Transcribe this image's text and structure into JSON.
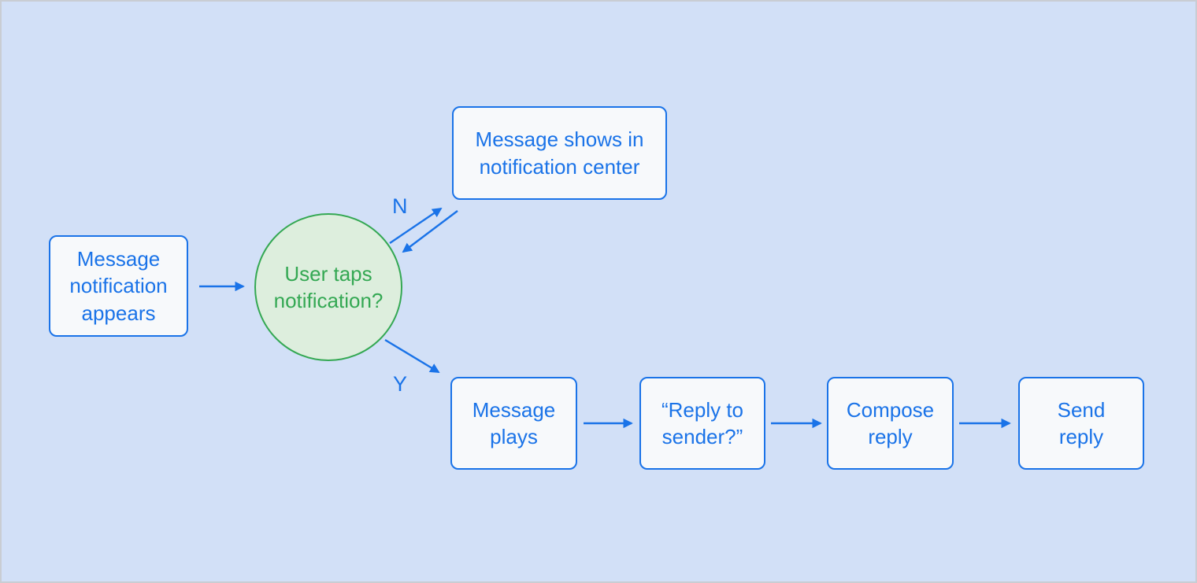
{
  "diagram": {
    "colors": {
      "canvas_bg": "#d2e0f7",
      "node_fill": "#f7f9fb",
      "node_border": "#1a73e8",
      "node_text": "#1a73e8",
      "decision_fill": "#ddeedd",
      "decision_border": "#34a853",
      "decision_text": "#34a853",
      "arrow": "#1a73e8"
    },
    "nodes": [
      {
        "id": "message_notification_appears",
        "type": "process",
        "label": "Message\nnotification\nappears"
      },
      {
        "id": "user_taps_notification",
        "type": "decision",
        "label": "User taps\nnotification?"
      },
      {
        "id": "message_shows_in_notification_center",
        "type": "process",
        "label": "Message shows in\nnotification center"
      },
      {
        "id": "message_plays",
        "type": "process",
        "label": "Message\nplays"
      },
      {
        "id": "reply_to_sender_prompt",
        "type": "process",
        "label": "“Reply to\nsender?”"
      },
      {
        "id": "compose_reply",
        "type": "process",
        "label": "Compose\nreply"
      },
      {
        "id": "send_reply",
        "type": "process",
        "label": "Send\nreply"
      }
    ],
    "branch_labels": {
      "no": "N",
      "yes": "Y"
    },
    "edges": [
      {
        "from": "message_notification_appears",
        "to": "user_taps_notification"
      },
      {
        "from": "user_taps_notification",
        "to": "message_shows_in_notification_center",
        "label": "N"
      },
      {
        "from": "message_shows_in_notification_center",
        "to": "user_taps_notification"
      },
      {
        "from": "user_taps_notification",
        "to": "message_plays",
        "label": "Y"
      },
      {
        "from": "message_plays",
        "to": "reply_to_sender_prompt"
      },
      {
        "from": "reply_to_sender_prompt",
        "to": "compose_reply"
      },
      {
        "from": "compose_reply",
        "to": "send_reply"
      }
    ]
  }
}
